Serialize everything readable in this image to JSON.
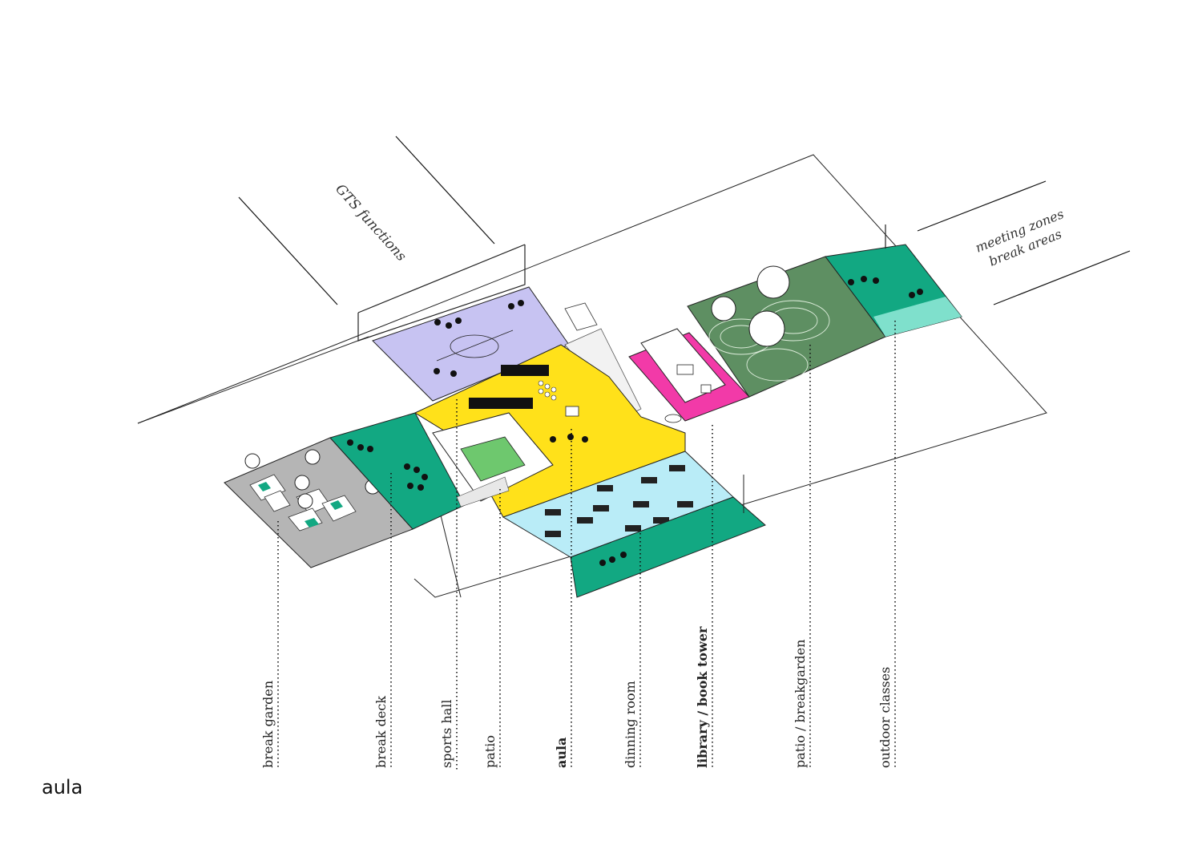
{
  "diagram": {
    "group_labels": {
      "gts": "GTS functions",
      "meeting": "meeting zones",
      "break": "break areas"
    },
    "zones": [
      {
        "id": "break-garden",
        "label": "break garden",
        "bold": false,
        "color": "#bdbdbd"
      },
      {
        "id": "break-deck",
        "label": "break deck",
        "bold": false,
        "color": "#12a882"
      },
      {
        "id": "sports-hall",
        "label": "sports hall",
        "bold": false,
        "color": "#c7c3f2"
      },
      {
        "id": "patio",
        "label": "patio",
        "bold": false,
        "color": "#6ec86e"
      },
      {
        "id": "aula",
        "label": "aula",
        "bold": true,
        "color": "#ffe11a"
      },
      {
        "id": "dinning-room",
        "label": "dinning room",
        "bold": false,
        "color": "#b9ecf7"
      },
      {
        "id": "library",
        "label": "library / book tower",
        "bold": true,
        "color": "#f23aa8"
      },
      {
        "id": "patio-breakgarden",
        "label": "patio / breakgarden",
        "bold": false,
        "color": "#5e8f62"
      },
      {
        "id": "outdoor-classes",
        "label": "outdoor classes",
        "bold": false,
        "color": "#12a882"
      }
    ]
  },
  "caption": "aula"
}
